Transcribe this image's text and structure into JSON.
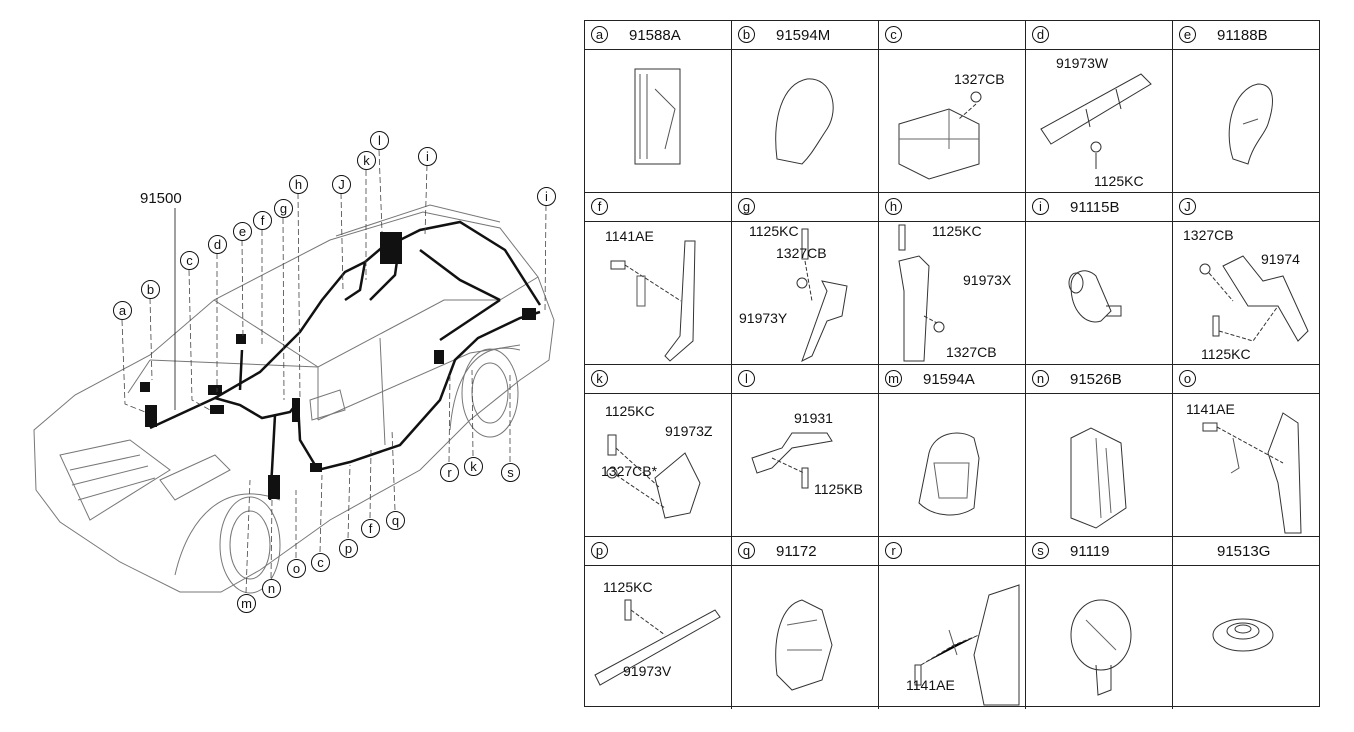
{
  "diagram": {
    "main_part": "91500",
    "callouts_top": [
      "a",
      "b",
      "c",
      "d",
      "e",
      "f",
      "g",
      "h",
      "J",
      "k",
      "l",
      "i",
      "i"
    ],
    "callouts_bottom": [
      "m",
      "n",
      "o",
      "c",
      "p",
      "f",
      "q",
      "r",
      "k",
      "s"
    ]
  },
  "grid": [
    {
      "letter": "a",
      "part": "91588A",
      "labels": []
    },
    {
      "letter": "b",
      "part": "91594M",
      "labels": []
    },
    {
      "letter": "c",
      "part": "",
      "labels": [
        "1327CB"
      ]
    },
    {
      "letter": "d",
      "part": "",
      "labels": [
        "91973W",
        "1125KC"
      ]
    },
    {
      "letter": "e",
      "part": "91188B",
      "labels": []
    },
    {
      "letter": "f",
      "part": "",
      "labels": [
        "1141AE"
      ]
    },
    {
      "letter": "g",
      "part": "",
      "labels": [
        "1125KC",
        "1327CB",
        "91973Y"
      ]
    },
    {
      "letter": "h",
      "part": "",
      "labels": [
        "1125KC",
        "91973X",
        "1327CB"
      ]
    },
    {
      "letter": "i",
      "part": "91115B",
      "labels": []
    },
    {
      "letter": "J",
      "part": "",
      "labels": [
        "1327CB",
        "91974",
        "1125KC"
      ]
    },
    {
      "letter": "k",
      "part": "",
      "labels": [
        "1125KC",
        "91973Z",
        "1327CB*"
      ]
    },
    {
      "letter": "l",
      "part": "",
      "labels": [
        "91931",
        "1125KB"
      ]
    },
    {
      "letter": "m",
      "part": "91594A",
      "labels": []
    },
    {
      "letter": "n",
      "part": "91526B",
      "labels": []
    },
    {
      "letter": "o",
      "part": "",
      "labels": [
        "1141AE"
      ]
    },
    {
      "letter": "p",
      "part": "",
      "labels": [
        "1125KC",
        "91973V"
      ]
    },
    {
      "letter": "q",
      "part": "91172",
      "labels": []
    },
    {
      "letter": "r",
      "part": "",
      "labels": [
        "1141AE"
      ]
    },
    {
      "letter": "s",
      "part": "91119",
      "labels": []
    },
    {
      "letter": "",
      "part": "91513G",
      "labels": []
    }
  ]
}
